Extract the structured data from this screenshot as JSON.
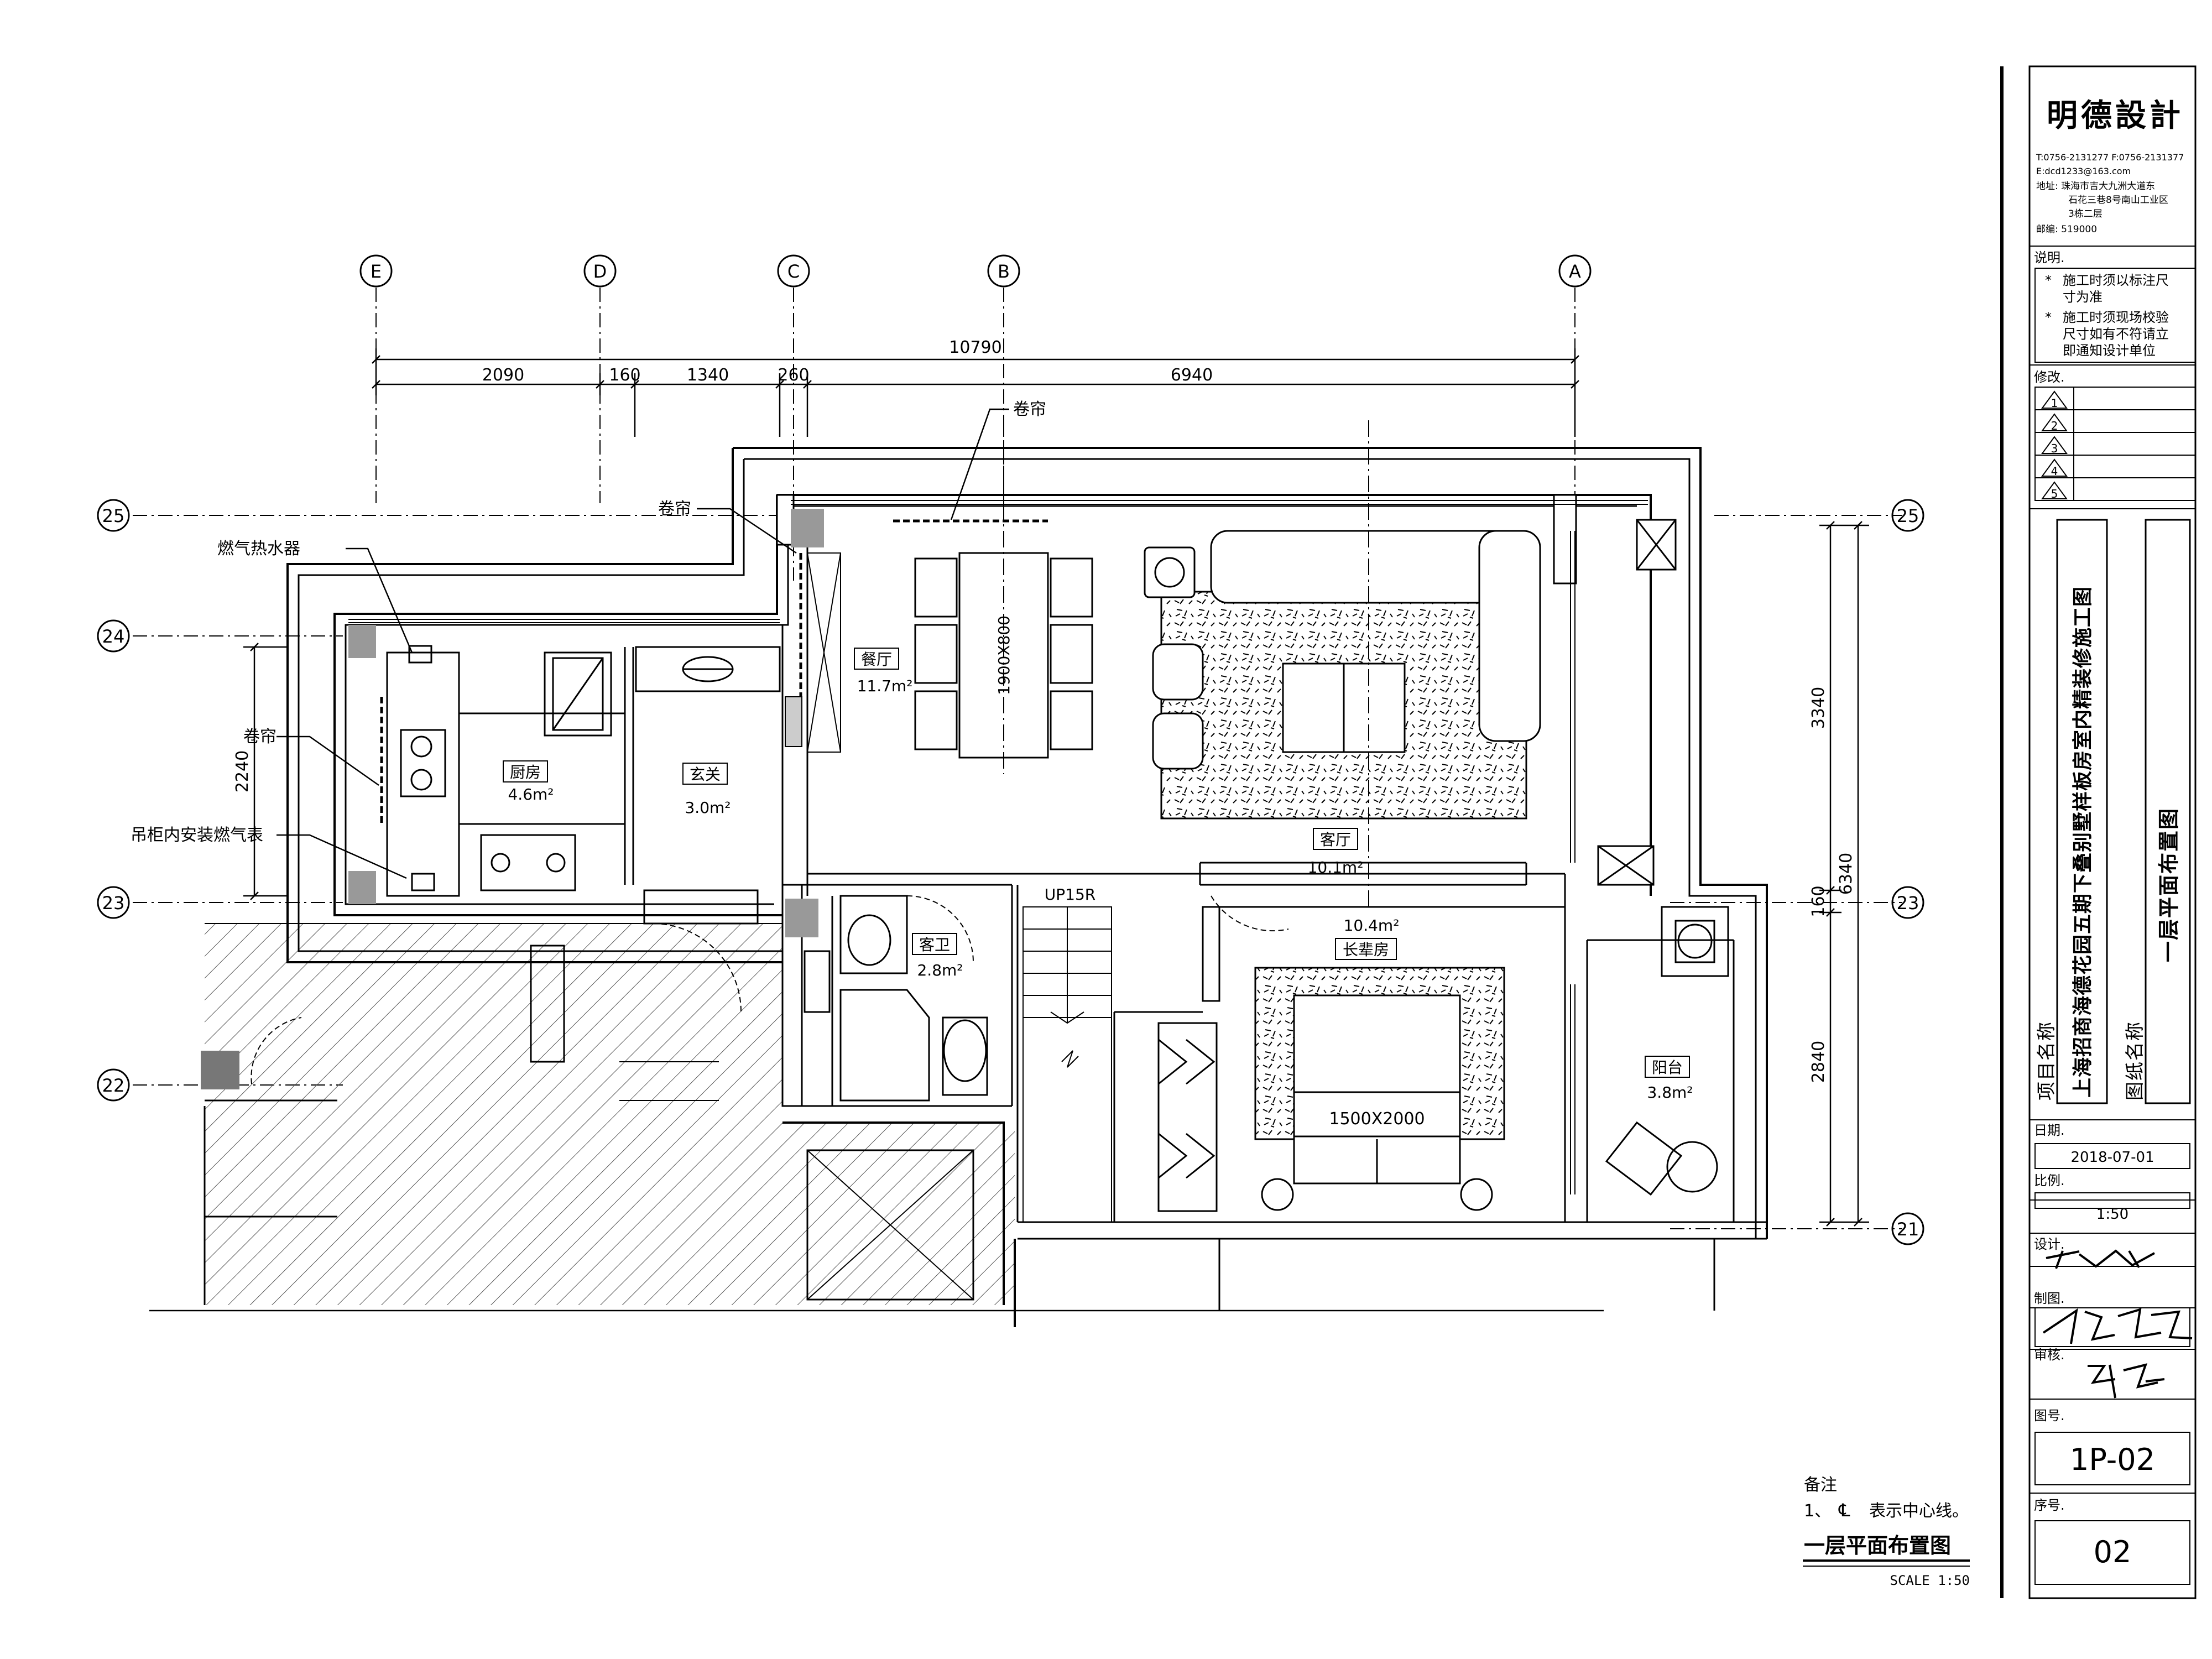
{
  "drawing": {
    "grid_columns": [
      "E",
      "D",
      "C",
      "B",
      "A"
    ],
    "grid_rows": [
      "25",
      "24",
      "23",
      "22",
      "21"
    ],
    "top_dimensions": {
      "total": "10790",
      "segments": [
        "2090",
        "160",
        "1340",
        "260",
        "6940"
      ]
    },
    "right_dimensions": {
      "upper": "3340",
      "middle": "6340",
      "small": "160",
      "lower": "2840"
    },
    "left_dimension": "2240",
    "callouts": {
      "blind_top": "卷帘",
      "blind_mid": "卷帘",
      "gas_heater": "燃气热水器",
      "blind_left": "卷帘",
      "gas_meter": "吊柜内安装燃气表"
    },
    "rooms": {
      "dining": {
        "name": "餐厅",
        "area": "11.7m²"
      },
      "table_size": "1900X800",
      "kitchen": {
        "name": "厨房",
        "area": "4.6m²"
      },
      "foyer": {
        "name": "玄关",
        "area": "3.0m²"
      },
      "living": {
        "name": "客厅",
        "area": "10.1m²"
      },
      "guest_bath": {
        "name": "客卫",
        "area": "2.8m²"
      },
      "elder_room": {
        "name": "长辈房",
        "area": "10.4m²"
      },
      "bed_size": "1500X2000",
      "balcony": {
        "name": "阳台",
        "area": "3.8m²"
      },
      "stair": "UP15R"
    },
    "notes": {
      "heading": "备注",
      "line1_prefix": "1、",
      "line1_symbol": "℄",
      "line1_text": "表示中心线。"
    },
    "plan_title": "一层平面布置图",
    "plan_scale": "SCALE 1:50"
  },
  "title_block": {
    "company": "明德設計",
    "contact": [
      "T:0756-2131277 F:0756-2131377",
      "E:dcd1233@163.com",
      "地址: 珠海市吉大九洲大道东",
      "石花三巷8号南山工业区",
      "3栋二层",
      "邮编: 519000"
    ],
    "notes_label": "说明.",
    "notes": [
      {
        "bullet": "*",
        "lines": [
          "施工时须以标注尺",
          "寸为准"
        ]
      },
      {
        "bullet": "*",
        "lines": [
          "施工时须现场校验",
          "尺寸如有不符请立",
          "即通知设计单位"
        ]
      }
    ],
    "revisions_label": "修改.",
    "revisions": [
      "1",
      "2",
      "3",
      "4",
      "5"
    ],
    "project_label": "项目名称",
    "project_name": "上海招商海德花园五期下叠别墅样板房室内精装修施工图",
    "drawing_label": "图纸名称",
    "drawing_name": "一层平面布置图",
    "date_label": "日期.",
    "date": "2018-07-01",
    "scale_label": "比例.",
    "scale": "1:50",
    "design_label": "设计.",
    "draft_label": "制图.",
    "review_label": "审核.",
    "sheet_label": "图号.",
    "sheet_no": "1P-02",
    "seq_label": "序号.",
    "seq_no": "02"
  }
}
